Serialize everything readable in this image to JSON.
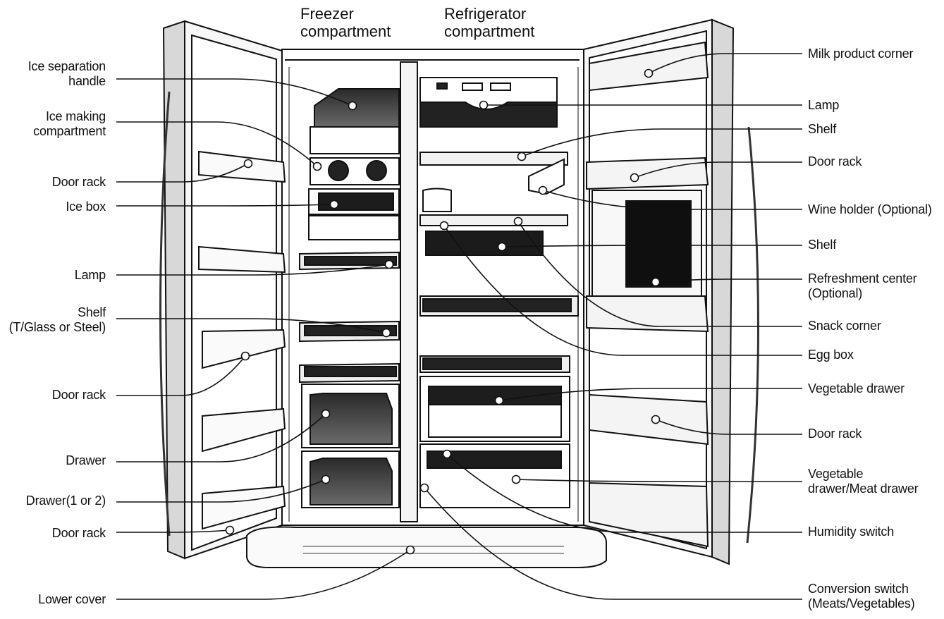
{
  "headers": {
    "freezer": [
      "Freezer",
      "compartment"
    ],
    "refrigerator": [
      "Refrigerator",
      "compartment"
    ]
  },
  "left_labels": [
    [
      "Ice separation",
      "handle"
    ],
    [
      "Ice making",
      "compartment"
    ],
    [
      "Door rack"
    ],
    [
      "Ice box"
    ],
    [
      "Lamp"
    ],
    [
      "Shelf",
      "(T/Glass or Steel)"
    ],
    [
      "Door rack"
    ],
    [
      "Drawer"
    ],
    [
      "Drawer(1 or 2)"
    ],
    [
      "Door rack"
    ],
    [
      "Lower cover"
    ]
  ],
  "right_labels": [
    [
      "Milk product corner"
    ],
    [
      "Lamp"
    ],
    [
      "Shelf"
    ],
    [
      "Door rack"
    ],
    [
      "Wine holder (Optional)"
    ],
    [
      "Shelf"
    ],
    [
      "Refreshment center",
      "(Optional)"
    ],
    [
      "Snack corner"
    ],
    [
      "Egg box"
    ],
    [
      "Vegetable drawer"
    ],
    [
      "Door rack"
    ],
    [
      "Vegetable",
      "drawer/Meat drawer"
    ],
    [
      "Humidity switch"
    ],
    [
      "Conversion switch",
      "(Meats/Vegetables)"
    ]
  ]
}
